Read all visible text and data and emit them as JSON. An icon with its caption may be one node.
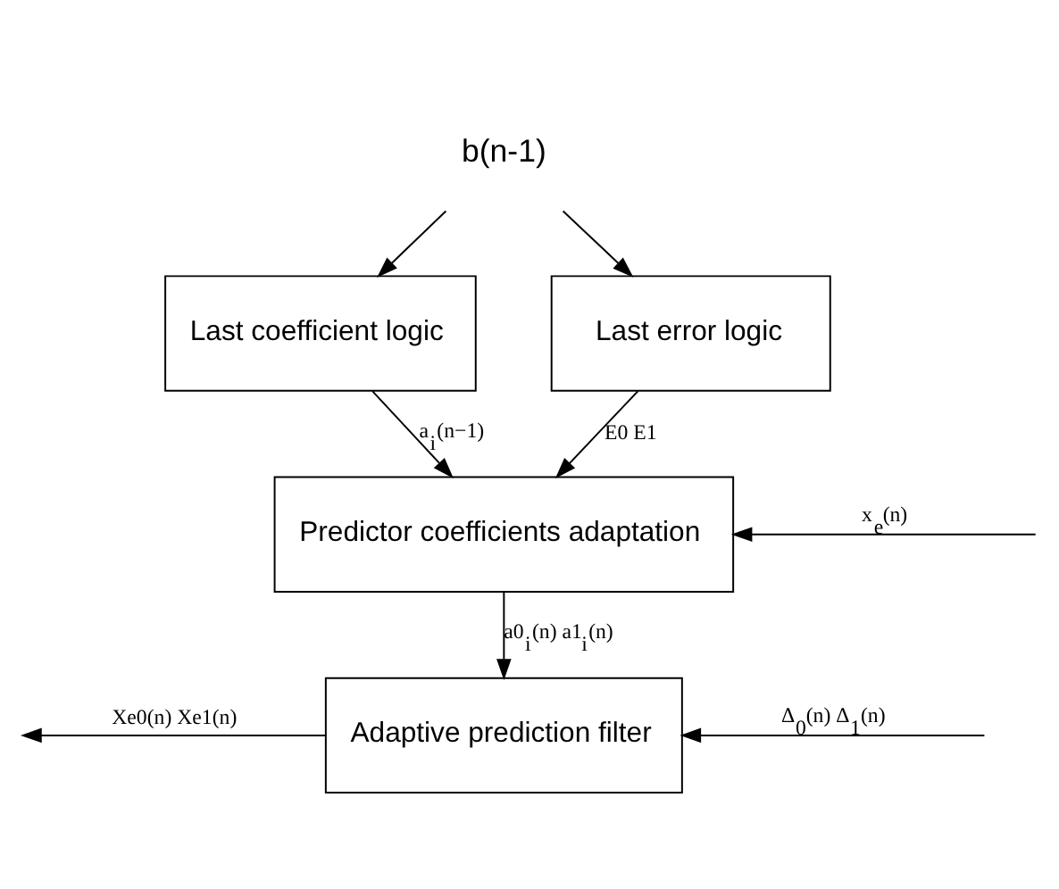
{
  "diagram": {
    "nodes": [
      {
        "text": [
          "b(n-1)"
        ]
      },
      {
        "text": [
          "Last coefficient logic"
        ]
      },
      {
        "text": [
          "Last error logic"
        ]
      },
      {
        "text": [
          "Predictor coefficients adaptation"
        ]
      },
      {
        "text": [
          "Adaptive prediction filter"
        ]
      }
    ],
    "edges": [
      {
        "from": 0,
        "to": 1,
        "arrow": "to"
      },
      {
        "from": 0,
        "to": 2,
        "arrow": "to"
      },
      {
        "from": 1,
        "to": 3,
        "arrow": "to",
        "label": "a$_{i}$(n−1)"
      },
      {
        "from": 2,
        "to": 3,
        "arrow": "to",
        "label": "E0 E1"
      },
      {
        "from": null,
        "to": 3,
        "arrow": "to",
        "label": "x$_{e}$(n)"
      },
      {
        "from": 3,
        "to": 4,
        "arrow": "to",
        "label": "a0$_{i}$(n) a1$_{i}$(n)"
      },
      {
        "from": 4,
        "to": null,
        "arrow": "to",
        "label": "Xe0(n) Xe1(n)"
      },
      {
        "from": null,
        "to": 4,
        "arrow": "to",
        "label": "Δ$_{0}$(n) Δ$_{1}$(n)"
      }
    ]
  }
}
